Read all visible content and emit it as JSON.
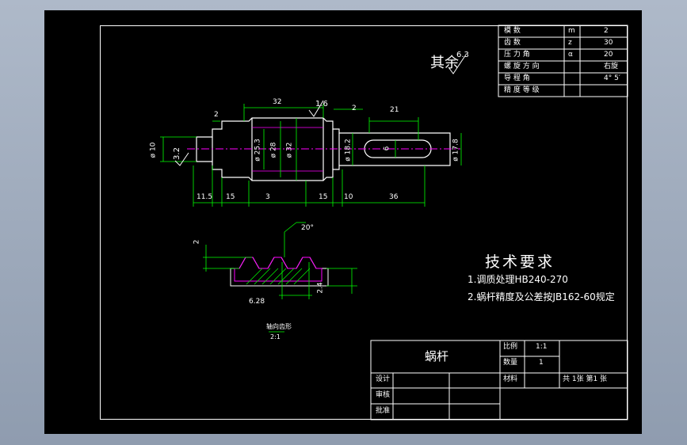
{
  "params": [
    {
      "name": "模 数",
      "sym": "m",
      "val": "2"
    },
    {
      "name": "齿 数",
      "sym": "z",
      "val": "30"
    },
    {
      "name": "压 力 角",
      "sym": "α",
      "val": "20"
    },
    {
      "name": "螺 旋 方 向",
      "sym": "",
      "val": "右旋"
    },
    {
      "name": "导 程 角",
      "sym": "",
      "val": "4° 5′"
    },
    {
      "name": "精 度 等 级",
      "sym": "",
      "val": ""
    }
  ],
  "roughness_general": {
    "prefix": "其余",
    "value": "6.3"
  },
  "roughness_local_1": "1.6",
  "roughness_local_2": "3.2",
  "dims": {
    "d32": "32",
    "d2a": "2",
    "d2b": "2",
    "d21": "21",
    "d10": "ø 10",
    "d253": "ø 25.3",
    "d28": "ø 28",
    "d32b": "ø 32",
    "d182": "ø 18.2",
    "d6": "6",
    "d178": "ø 17.8",
    "d115": "11.5",
    "d15a": "15",
    "d3": "3",
    "d15b": "15",
    "d10b": "10",
    "d36": "36"
  },
  "tooth": {
    "angle": "20°",
    "h2": "2",
    "pitch": "6.28",
    "depth": "2.4",
    "caption": "轴向齿形",
    "scale": "2:1"
  },
  "tech": {
    "title": "技术要求",
    "line1": "1.调质处理HB240-270",
    "line2": "2.蜗杆精度及公差按JB162-60规定"
  },
  "title_block": {
    "part_name": "蜗杆",
    "ratio_label": "比例",
    "ratio_value": "1:1",
    "qty_label": "数量",
    "qty_value": "1",
    "material_label": "材料",
    "sheets": "共  1张  第1 张",
    "design_label": "设计",
    "review_label": "审核",
    "approve_label": "批准"
  }
}
